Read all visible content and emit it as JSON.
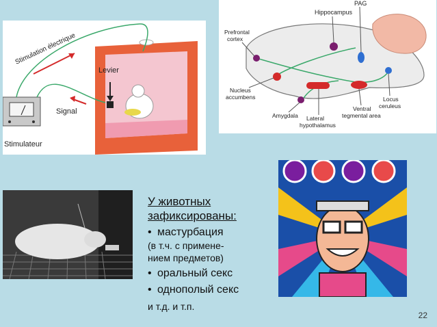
{
  "skinner_box": {
    "label_stimulation": "Stimulation électrique",
    "label_lever": "Levier",
    "label_signal": "Signal",
    "label_stimulator": "Stimulateur"
  },
  "brain_diagram": {
    "labels": {
      "hippocampus": "Hippocampus",
      "pag": "PAG",
      "prefrontal_1": "Prefrontal",
      "prefrontal_2": "cortex",
      "nucleus_1": "Nucleus",
      "nucleus_2": "accumbens",
      "amygdala": "Amygdala",
      "lateral_1": "Lateral",
      "lateral_2": "hypothalamus",
      "vta_1": "Ventral",
      "vta_2": "tegmental area",
      "locus_1": "Locus",
      "locus_2": "ceruleus"
    }
  },
  "text": {
    "heading_line1": "У животных",
    "heading_line2": "зафиксированы:",
    "item1": "мастурбация",
    "item1_sub_line1": "(в т.ч. с примене-",
    "item1_sub_line2": "нием предметов)",
    "item2": "оральный секс",
    "item3": "однополый секс",
    "footer": "и т.д. и т.п."
  },
  "page_number": "22",
  "colors": {
    "background": "#b9dce6",
    "box_red": "#e8613a",
    "box_pink": "#f4c6d0",
    "arrow_red": "#d42a2a",
    "wire_green": "#3aa86a"
  }
}
